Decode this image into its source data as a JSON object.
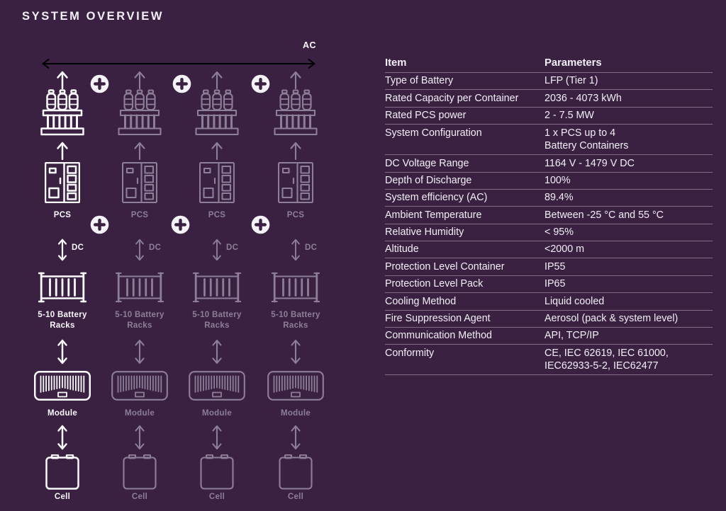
{
  "title": "SYSTEM OVERVIEW",
  "colors": {
    "background": "#3a2142",
    "bright": "#fbfafc",
    "dim": "#8d7e99",
    "table_line": "rgba(240,235,245,0.38)"
  },
  "diagram": {
    "ac_label": "AC",
    "plus_icon": "+",
    "columns": [
      {
        "pcs_label": "PCS",
        "dc_label": "DC",
        "battery_racks_label": "5-10 Battery Racks",
        "module_label": "Module",
        "cell_label": "Cell",
        "highlighted": true
      },
      {
        "pcs_label": "PCS",
        "dc_label": "DC",
        "battery_racks_label": "5-10 Battery Racks",
        "module_label": "Module",
        "cell_label": "Cell",
        "highlighted": false
      },
      {
        "pcs_label": "PCS",
        "dc_label": "DC",
        "battery_racks_label": "5-10 Battery Racks",
        "module_label": "Module",
        "cell_label": "Cell",
        "highlighted": false
      },
      {
        "pcs_label": "PCS",
        "dc_label": "DC",
        "battery_racks_label": "5-10 Battery Racks",
        "module_label": "Module",
        "cell_label": "Cell",
        "highlighted": false
      }
    ]
  },
  "table": {
    "headers": [
      "Item",
      "Parameters"
    ],
    "rows": [
      {
        "item": "Type of Battery",
        "parameters": "LFP (Tier 1)"
      },
      {
        "item": "Rated Capacity per Container",
        "parameters": "2036 - 4073 kWh"
      },
      {
        "item": "Rated PCS power",
        "parameters": "2 - 7.5 MW"
      },
      {
        "item": "System Configuration",
        "parameters": "1 x PCS up to 4\nBattery Containers"
      },
      {
        "item": "DC Voltage Range",
        "parameters": "1164 V - 1479 V DC"
      },
      {
        "item": "Depth of Discharge",
        "parameters": "100%"
      },
      {
        "item": "System efficiency (AC)",
        "parameters": "89.4%"
      },
      {
        "item": "Ambient Temperature",
        "parameters": "Between -25 °C  and 55 °C"
      },
      {
        "item": "Relative Humidity",
        "parameters": "< 95%"
      },
      {
        "item": "Altitude",
        "parameters": "<2000 m"
      },
      {
        "item": "Protection Level Container",
        "parameters": "IP55"
      },
      {
        "item": "Protection Level Pack",
        "parameters": "IP65"
      },
      {
        "item": "Cooling Method",
        "parameters": "Liquid cooled"
      },
      {
        "item": "Fire Suppression Agent",
        "parameters": "Aerosol (pack & system level)"
      },
      {
        "item": "Communication Method",
        "parameters": "API, TCP/IP"
      },
      {
        "item": "Conformity",
        "parameters": "CE, IEC 62619, IEC 61000,\nIEC62933-5-2, IEC62477"
      }
    ]
  }
}
